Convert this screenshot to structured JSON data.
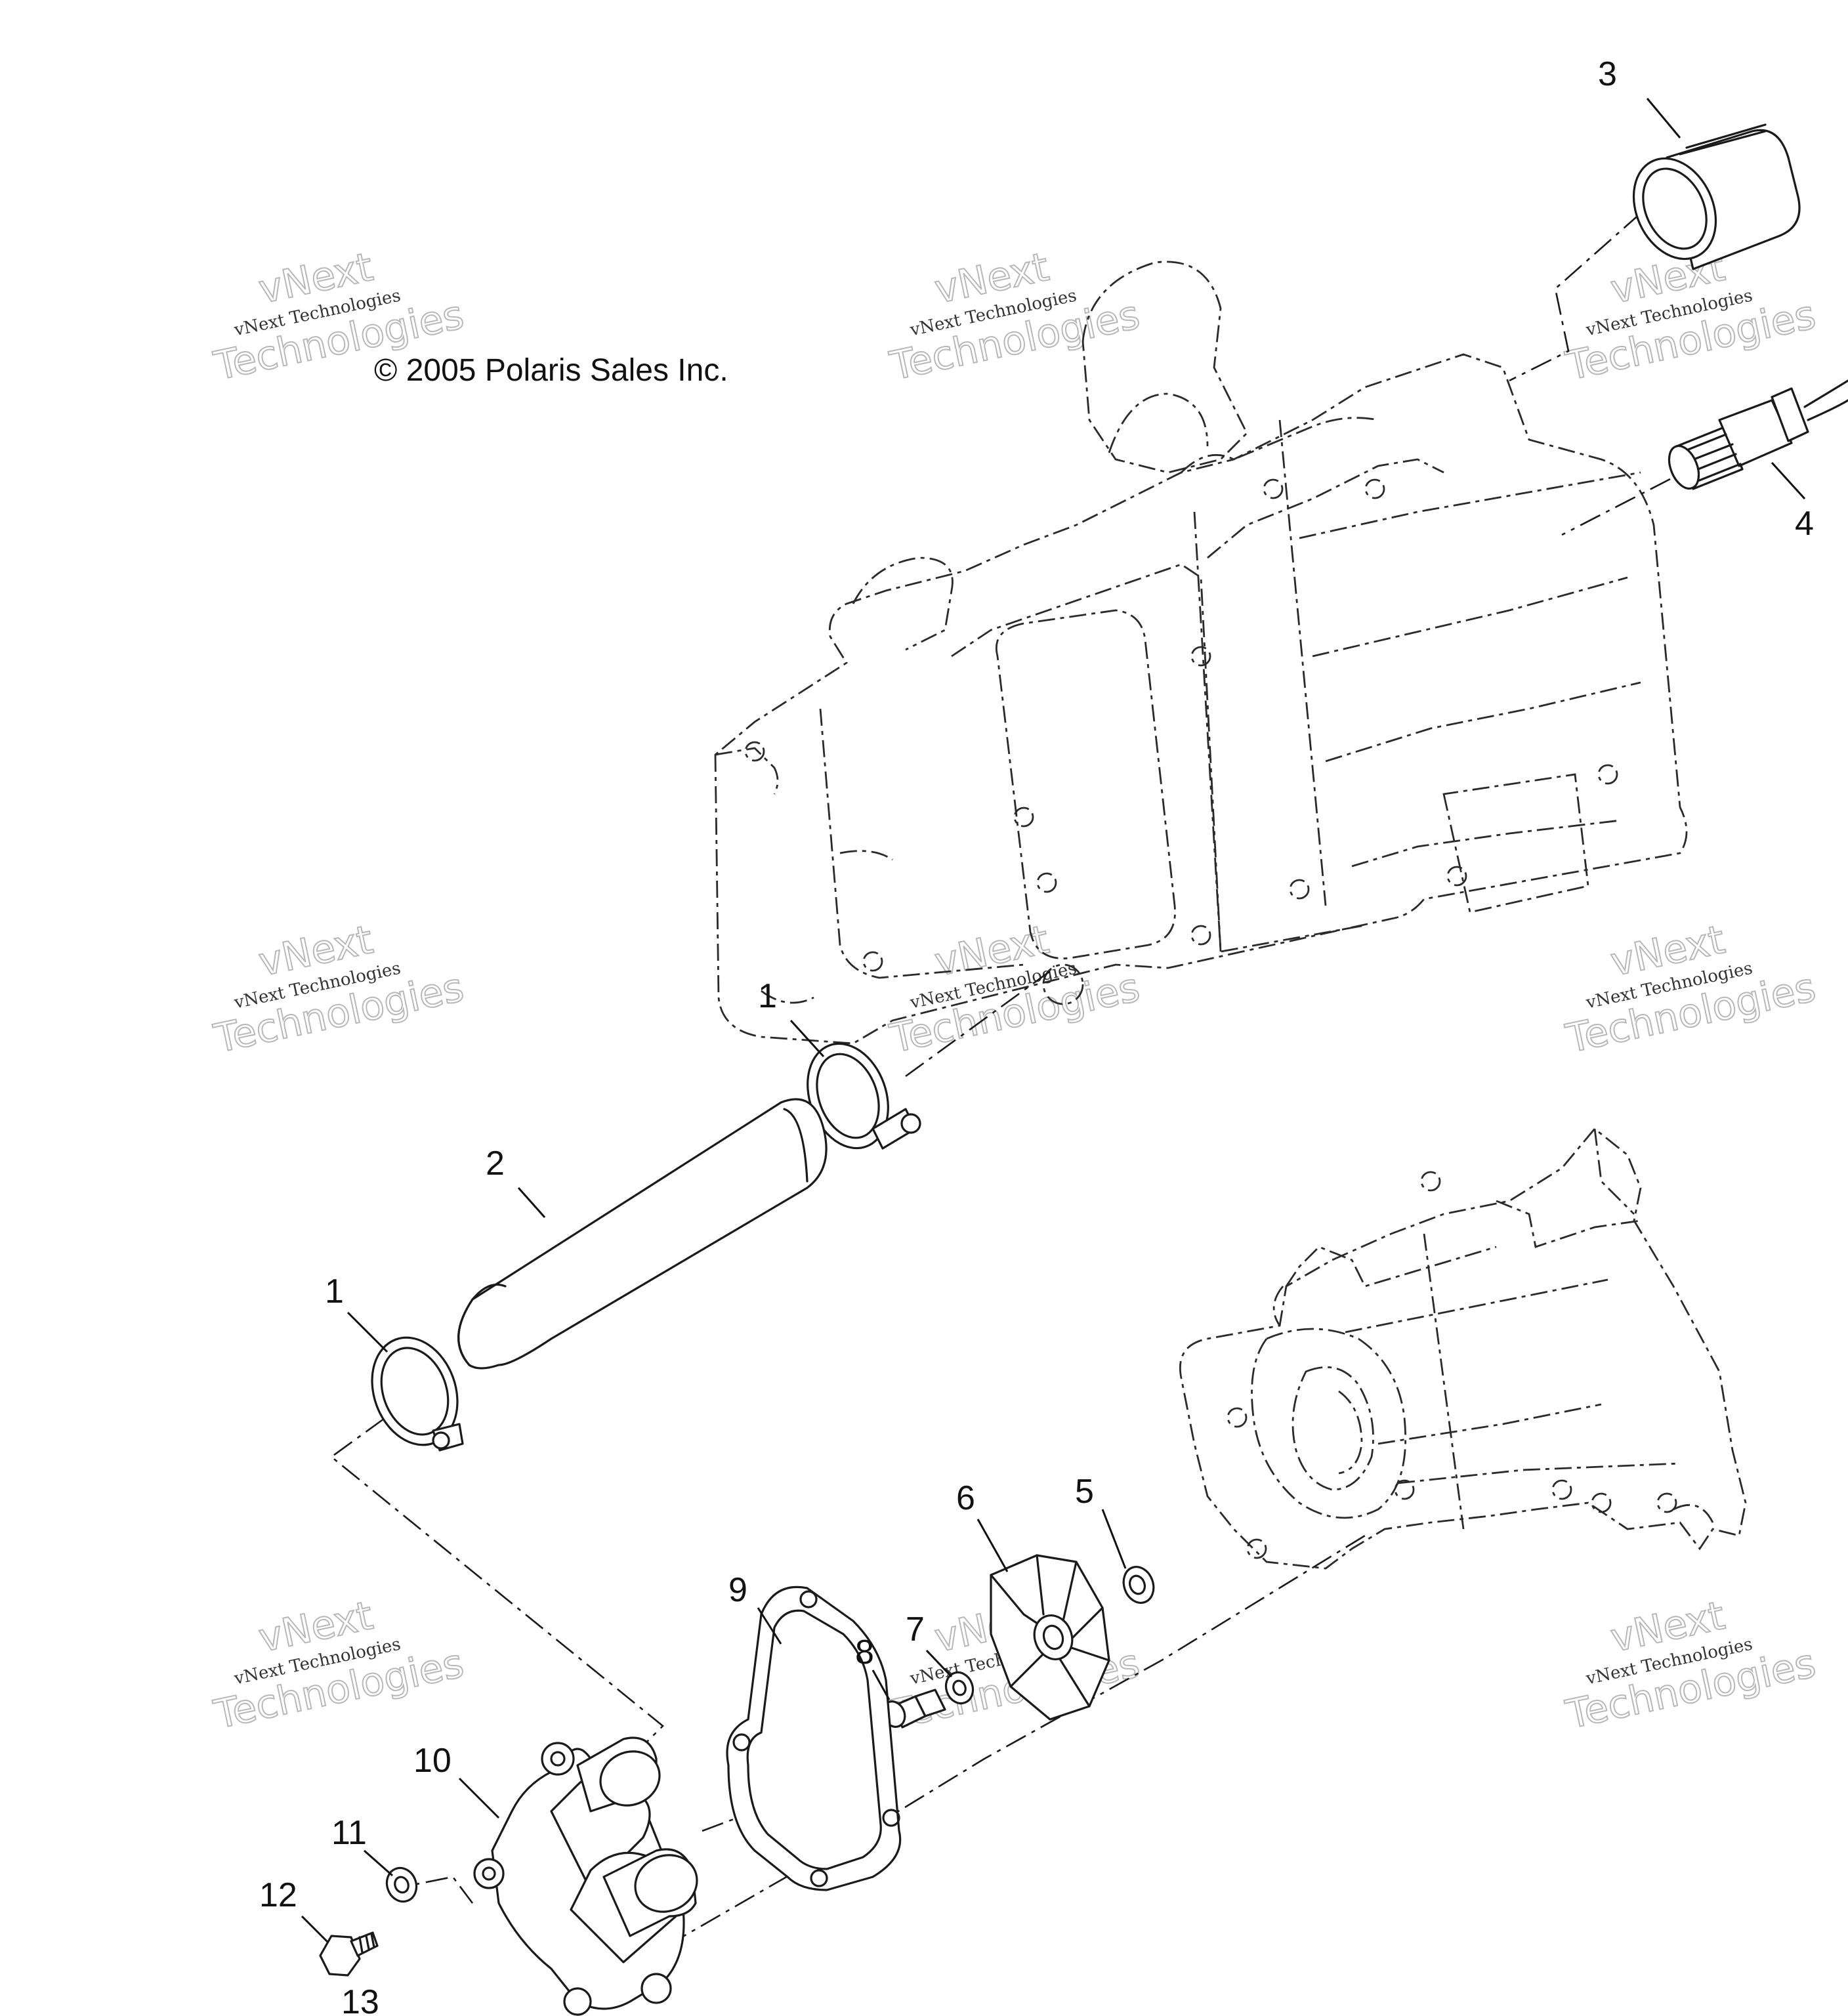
{
  "copyright": "© 2005 Polaris Sales Inc.",
  "watermark": {
    "line1": "vNext",
    "line2": "vNext Technologies",
    "line3": "Technologies"
  },
  "callouts": [
    "1",
    "2",
    "1",
    "3",
    "4",
    "5",
    "6",
    "7",
    "8",
    "9",
    "10",
    "11",
    "12",
    "13"
  ]
}
